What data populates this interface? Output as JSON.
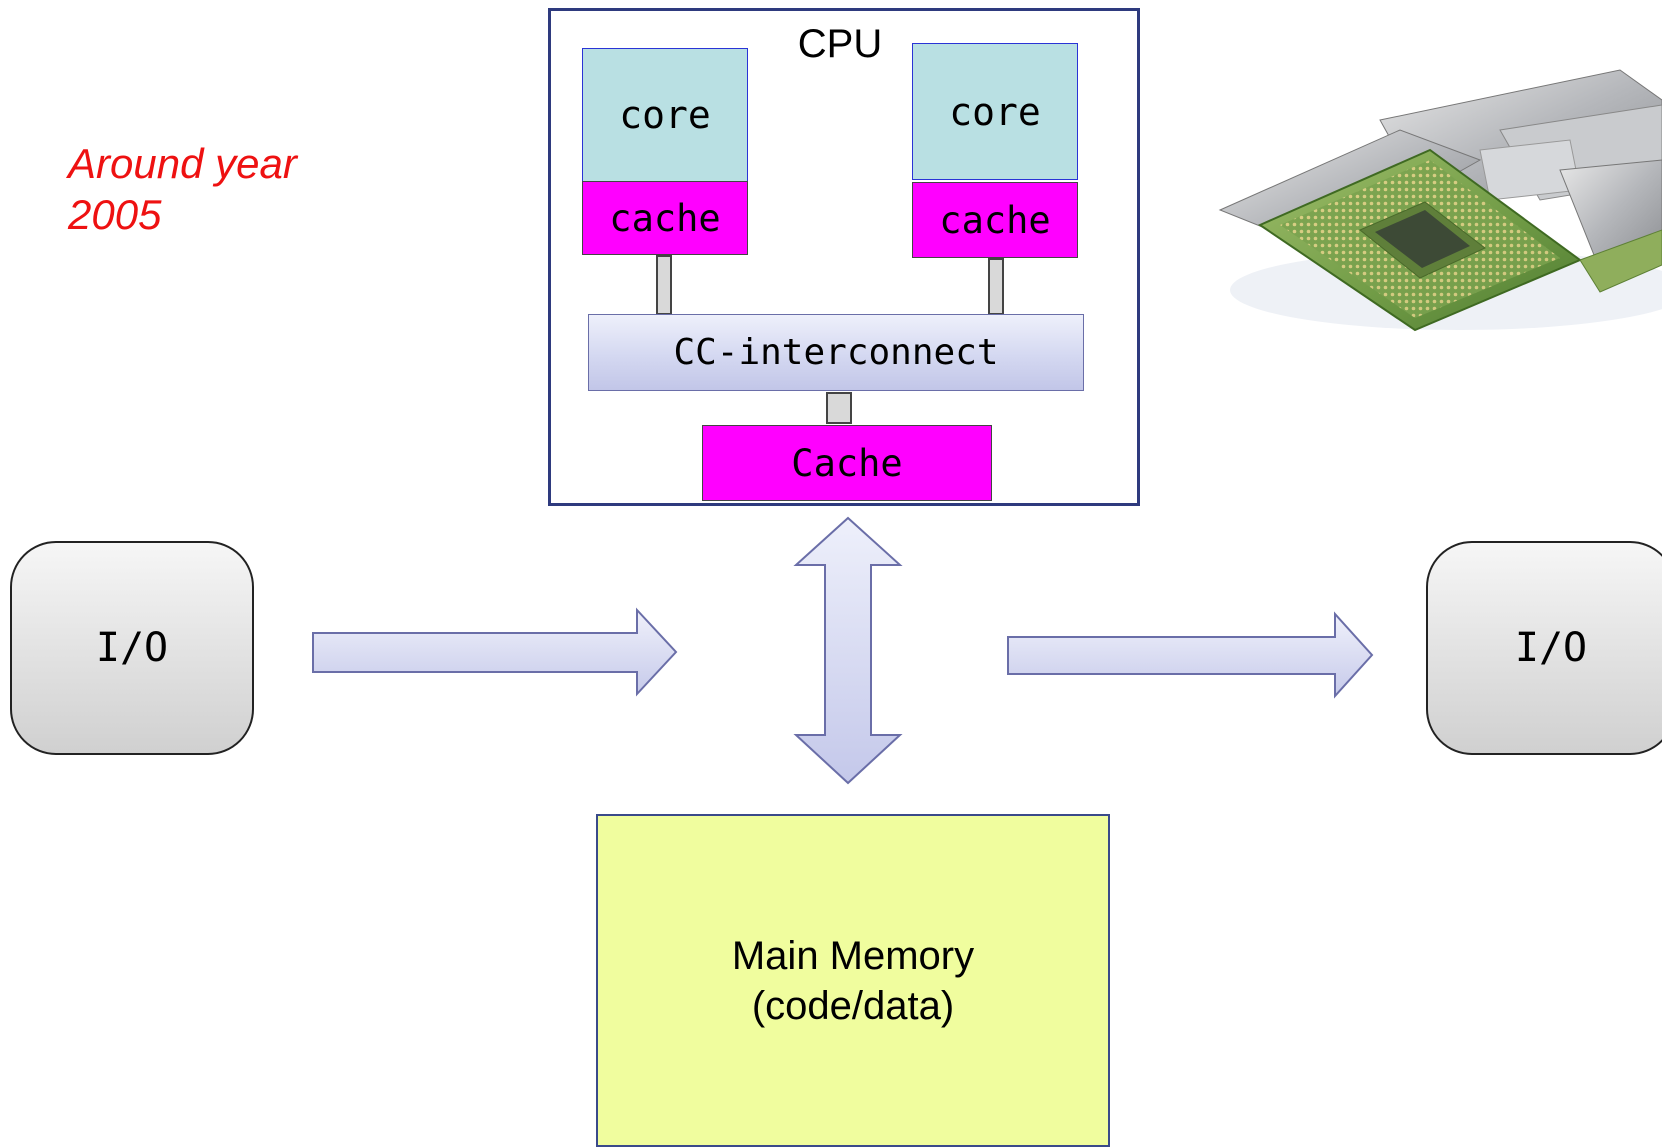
{
  "caption": {
    "line1": "Around year",
    "line2": "2005"
  },
  "cpu": {
    "label": "CPU",
    "cores": [
      {
        "core_label": "core",
        "cache_label": "cache"
      },
      {
        "core_label": "core",
        "cache_label": "cache"
      }
    ],
    "interconnect_label": "CC-interconnect",
    "shared_cache_label": "Cache"
  },
  "io_left": {
    "label": "I/O"
  },
  "io_right": {
    "label": "I/O"
  },
  "memory": {
    "line1": "Main Memory",
    "line2": "(code/data)"
  },
  "colors": {
    "caption": "#ee1111",
    "core_fill": "#b9e0e3",
    "cache_fill": "#ff00ff",
    "memory_fill": "#f0fd9e",
    "arrow_fill": "#d4d8f1",
    "cpu_border": "#2e3a7e"
  },
  "image": {
    "icon": "cpu-chips-photo"
  }
}
